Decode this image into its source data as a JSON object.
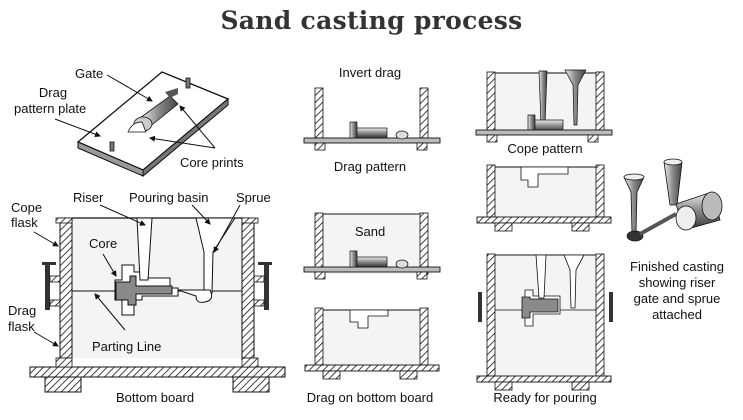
{
  "title": "Sand casting process",
  "panels": {
    "pattern_plate": {
      "labels": {
        "gate": "Gate",
        "drag_pattern_plate_line1": "Drag",
        "drag_pattern_plate_line2": "pattern plate",
        "core_prints": "Core prints"
      }
    },
    "mold_assembly": {
      "labels": {
        "riser": "Riser",
        "pouring_basin": "Pouring basin",
        "sprue": "Sprue",
        "cope_flask_line1": "Cope",
        "cope_flask_line2": "flask",
        "core": "Core",
        "drag_flask_line1": "Drag",
        "drag_flask_line2": "flask",
        "parting_line": "Parting Line",
        "bottom_board": "Bottom board"
      }
    },
    "steps_column_2": {
      "invert_drag": "Invert drag",
      "drag_pattern": "Drag pattern",
      "sand": "Sand",
      "drag_on_bottom_board": "Drag on bottom board"
    },
    "steps_column_3": {
      "cope_pattern": "Cope pattern",
      "ready_for_pouring": "Ready for pouring"
    },
    "finished_casting": {
      "caption_lines": [
        "Finished casting",
        "showing riser",
        "gate and sprue",
        "attached"
      ]
    }
  },
  "colors": {
    "line": "#111111",
    "cavity_fill": "#f2f2f2",
    "core_fill": "#8a8a8a",
    "title": "#333333"
  }
}
